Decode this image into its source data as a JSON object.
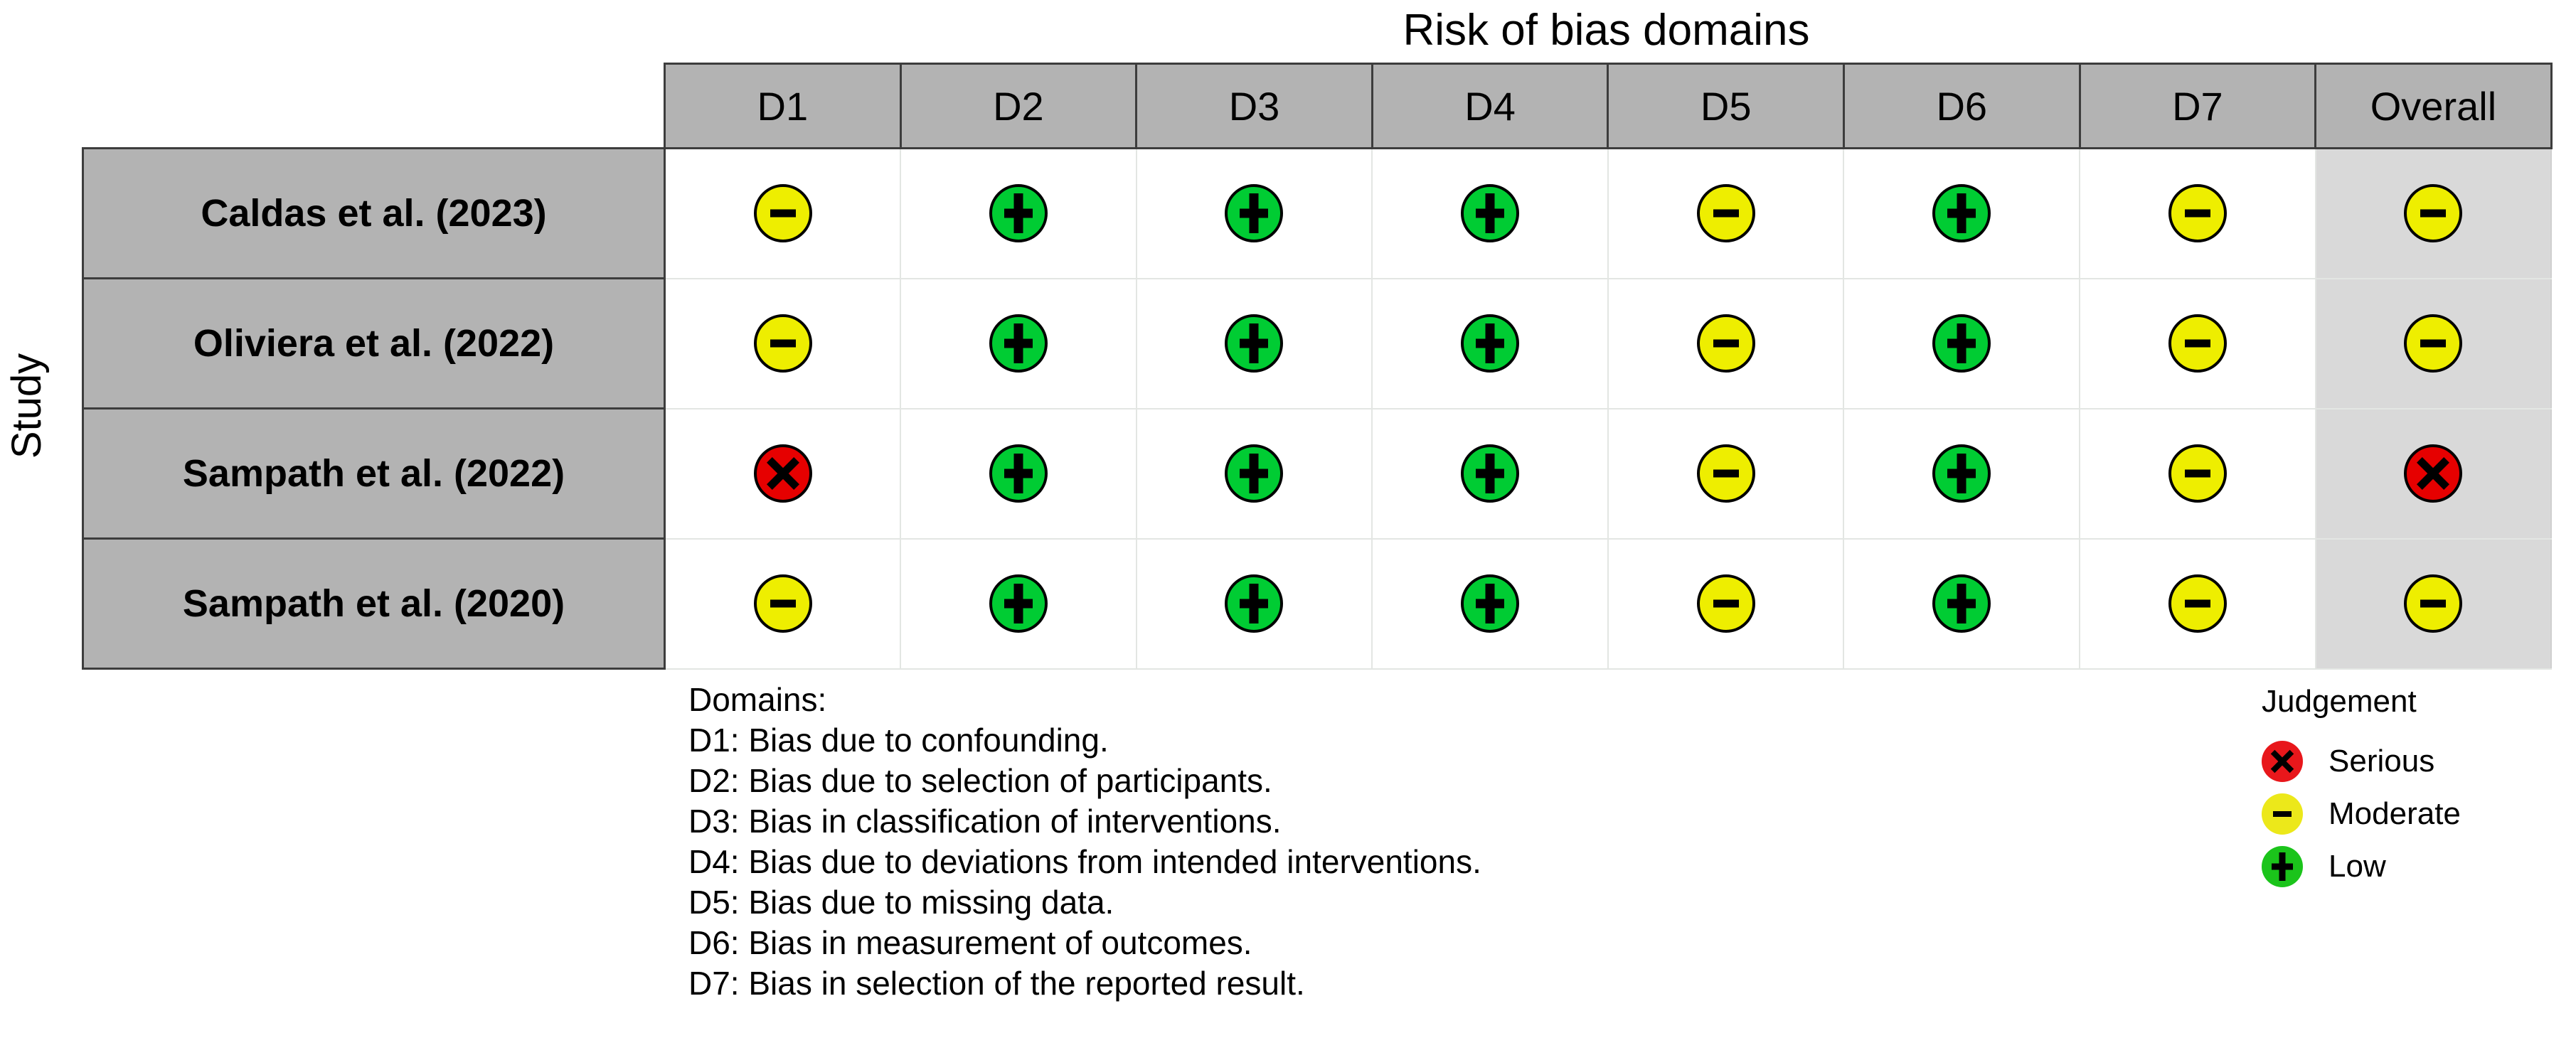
{
  "chart_data": {
    "type": "table",
    "title": "Risk of bias domains",
    "ylabel": "Study",
    "columns": [
      "D1",
      "D2",
      "D3",
      "D4",
      "D5",
      "D6",
      "D7",
      "Overall"
    ],
    "rows": [
      {
        "study": "Caldas et al. (2023)",
        "judgements": [
          "Moderate",
          "Low",
          "Low",
          "Low",
          "Moderate",
          "Low",
          "Moderate",
          "Moderate"
        ]
      },
      {
        "study": "Oliviera et al. (2022)",
        "judgements": [
          "Moderate",
          "Low",
          "Low",
          "Low",
          "Moderate",
          "Low",
          "Moderate",
          "Moderate"
        ]
      },
      {
        "study": "Sampath et al. (2022)",
        "judgements": [
          "Serious",
          "Low",
          "Low",
          "Low",
          "Moderate",
          "Low",
          "Moderate",
          "Serious"
        ]
      },
      {
        "study": "Sampath et al. (2020)",
        "judgements": [
          "Moderate",
          "Low",
          "Low",
          "Low",
          "Moderate",
          "Low",
          "Moderate",
          "Moderate"
        ]
      }
    ],
    "judgement_colors": {
      "Serious": "#e60000",
      "Moderate": "#eeee00",
      "Low": "#00cc33"
    },
    "judgement_glyphs": {
      "Serious": "X",
      "Moderate": "-",
      "Low": "+"
    }
  },
  "title": "Risk of bias domains",
  "y_axis_label": "Study",
  "header": {
    "columns": [
      "D1",
      "D2",
      "D3",
      "D4",
      "D5",
      "D6",
      "D7",
      "Overall"
    ]
  },
  "studies": [
    "Caldas et al. (2023)",
    "Oliviera et al. (2022)",
    "Sampath et al. (2022)",
    "Sampath et al. (2020)"
  ],
  "domains_caption": {
    "heading": "Domains:",
    "lines": [
      "D1: Bias due to confounding.",
      "D2: Bias due to selection of participants.",
      "D3: Bias in classification of interventions.",
      "D4: Bias due to deviations from intended interventions.",
      "D5: Bias due to missing data.",
      "D6: Bias in measurement of outcomes.",
      "D7: Bias in selection of the reported result."
    ]
  },
  "legend": {
    "title": "Judgement",
    "items": [
      {
        "label": "Serious",
        "glyph": "X",
        "color": "#e8171b"
      },
      {
        "label": "Moderate",
        "glyph": "-",
        "color": "#ece81a"
      },
      {
        "label": "Low",
        "glyph": "+",
        "color": "#1bc41b"
      }
    ]
  }
}
